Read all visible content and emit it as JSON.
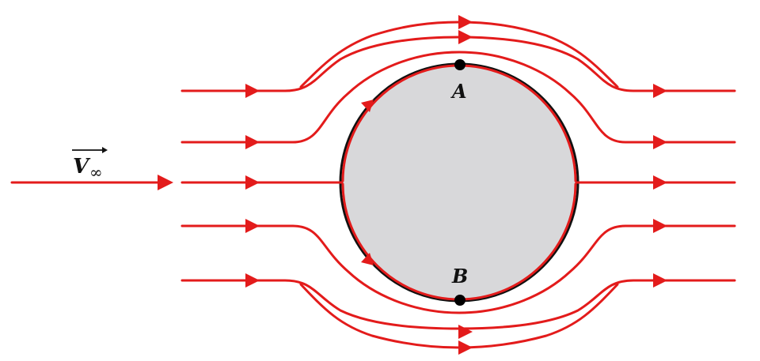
{
  "diagram": {
    "points": {
      "top_label": "A",
      "bottom_label": "B"
    },
    "freestream": {
      "symbol": "V",
      "subscript": "∞"
    },
    "colors": {
      "streamline": "#e31b1b",
      "body_fill": "#d8d8da",
      "body_outline": "#111111",
      "point": "#000000"
    }
  }
}
